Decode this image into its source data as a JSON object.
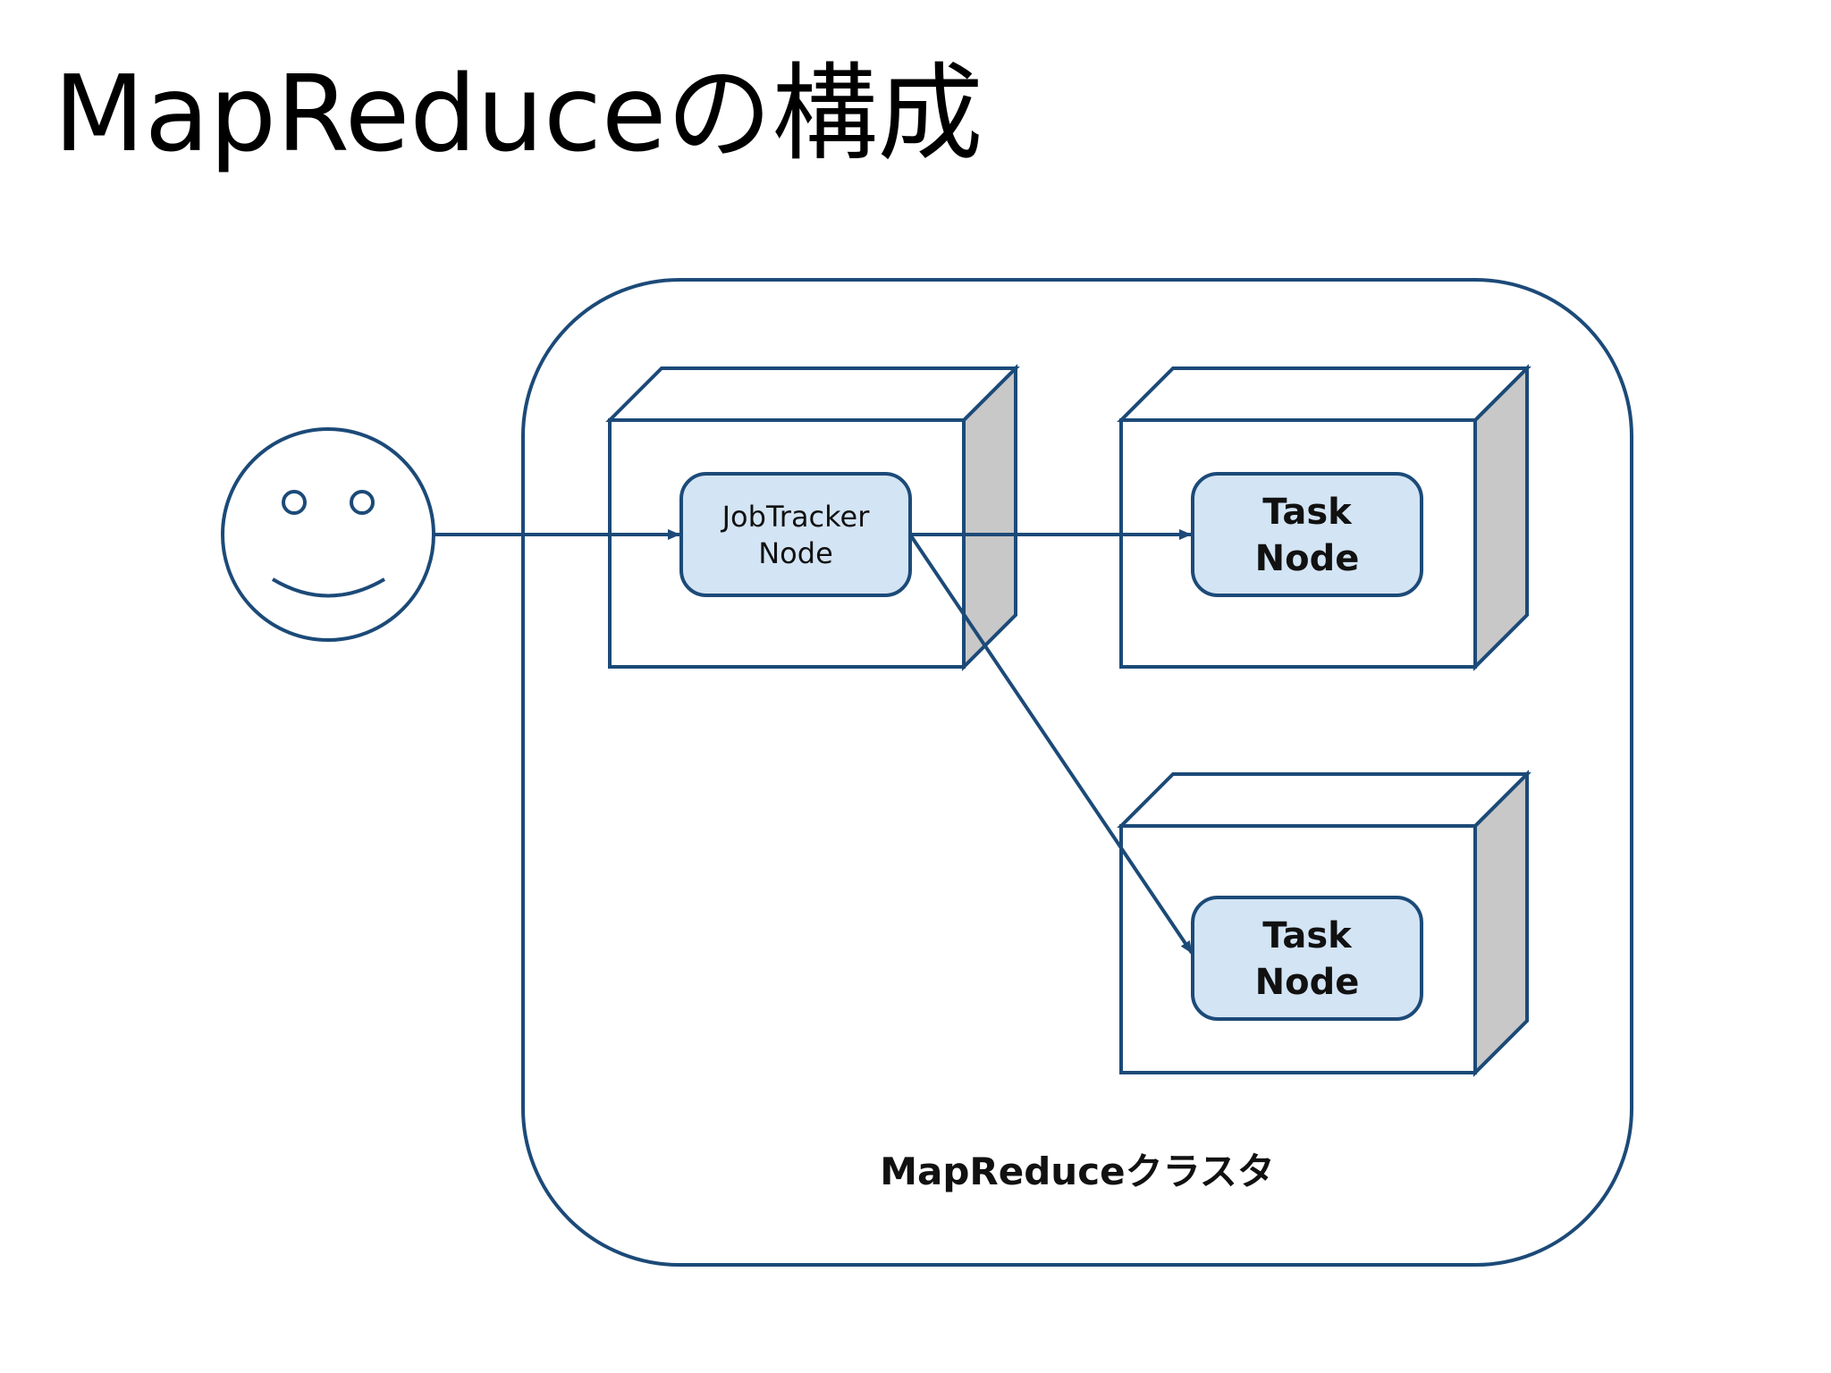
{
  "title": "MapReduceの構成",
  "diagram": {
    "cluster_label": "MapReduceクラスタ",
    "jobtracker": {
      "line1": "JobTracker",
      "line2": "Node"
    },
    "task_node_1": {
      "line1": "Task",
      "line2": "Node"
    },
    "task_node_2": {
      "line1": "Task",
      "line2": "Node"
    },
    "user": {
      "icon": "smiley-face-icon"
    },
    "colors": {
      "stroke": "#1c4a78",
      "node_fill": "#d3e4f4",
      "box_side": "#c8c8c8",
      "background": "#ffffff"
    }
  }
}
